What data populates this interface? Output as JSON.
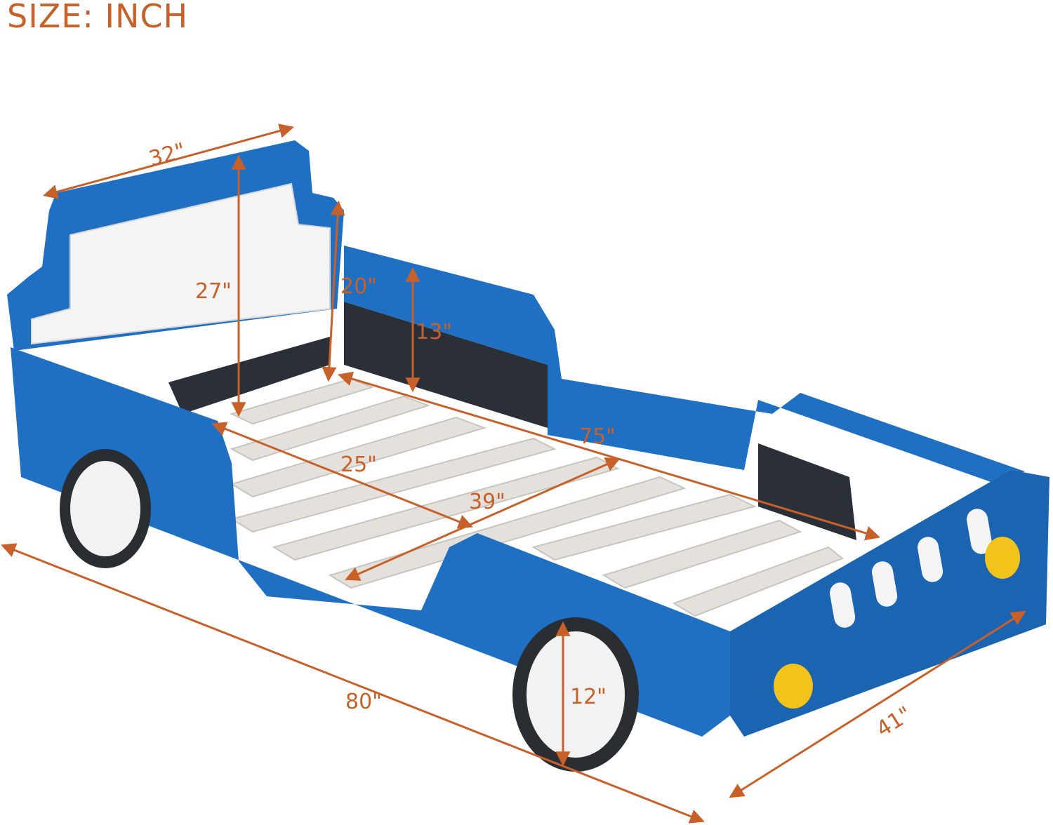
{
  "title": "SIZE: INCH",
  "colors": {
    "accent": "#c8602a",
    "bed_blue": "#1f6fc2",
    "bed_blue_dark": "#15539a",
    "headboard_white": "#f4f4f4",
    "slat": "#e4e1dc",
    "panel_dark": "#2b2f38",
    "wheel_tire": "#2a2e33",
    "light_yellow": "#f2c31a"
  },
  "dimensions": {
    "headboard_width": "32\"",
    "headboard_height": "27\"",
    "side_height": "20\"",
    "rail_height": "13\"",
    "inner_width": "25\"",
    "inner_length": "75\"",
    "mid_length": "39\"",
    "overall_length": "80\"",
    "wheel_diameter": "12\"",
    "overall_width": "41\""
  }
}
